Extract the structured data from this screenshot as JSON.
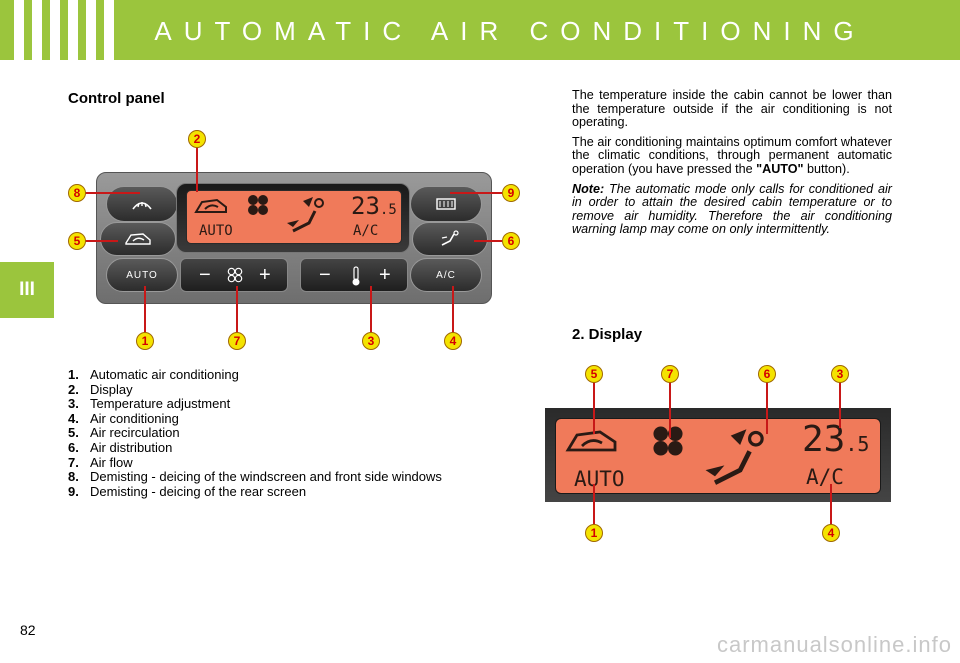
{
  "header": {
    "title": "AUTOMATIC AIR CONDITIONING"
  },
  "chapter": {
    "label": "III"
  },
  "control_panel": {
    "title": "Control panel",
    "auto_button_label": "AUTO",
    "ac_button_label": "A/C",
    "lcd": {
      "mode_label": "AUTO",
      "ac_label": "A/C",
      "temperature": "23",
      "temperature_decimal": ".5"
    },
    "fan_minus": "−",
    "fan_plus": "+",
    "temp_minus": "−",
    "temp_plus": "+",
    "markers": [
      "1",
      "2",
      "3",
      "4",
      "5",
      "6",
      "7",
      "8",
      "9"
    ]
  },
  "legend": [
    {
      "num": "1.",
      "text": "Automatic air conditioning"
    },
    {
      "num": "2.",
      "text": "Display"
    },
    {
      "num": "3.",
      "text": "Temperature adjustment"
    },
    {
      "num": "4.",
      "text": "Air conditioning"
    },
    {
      "num": "5.",
      "text": "Air recirculation"
    },
    {
      "num": "6.",
      "text": "Air distribution"
    },
    {
      "num": "7.",
      "text": "Air flow"
    },
    {
      "num": "8.",
      "text": "Demisting - deicing of the windscreen and front side windows"
    },
    {
      "num": "9.",
      "text": "Demisting - deicing of the rear screen"
    }
  ],
  "right_column": {
    "para1": "The temperature inside the cabin cannot be lower than the temperature outside if the air conditioning is not operating.",
    "para2_start": "The air conditioning maintains optimum comfort whatever the climatic conditions, through permanent automatic operation (you have pressed the ",
    "para2_bold": "\"AUTO\"",
    "para2_end": " button).",
    "note_label": "Note:",
    "note_text": " The automatic mode only calls for conditioned air in order to attain the desired cabin temperature or to remove air humidity. Therefore the air conditioning warning lamp may come on only intermittently."
  },
  "display_section": {
    "title": "2.  Display",
    "mode_label": "AUTO",
    "ac_label": "A/C",
    "temperature": "23",
    "temperature_decimal": ".5",
    "markers": [
      "5",
      "7",
      "6",
      "3",
      "1",
      "4"
    ]
  },
  "page_number": "82",
  "watermark": "carmanualsonline.info",
  "colors": {
    "header_green": "#9bc53d",
    "lcd_orange": "#f07a5a",
    "marker_yellow": "#f4e300",
    "marker_red": "#d40000"
  }
}
